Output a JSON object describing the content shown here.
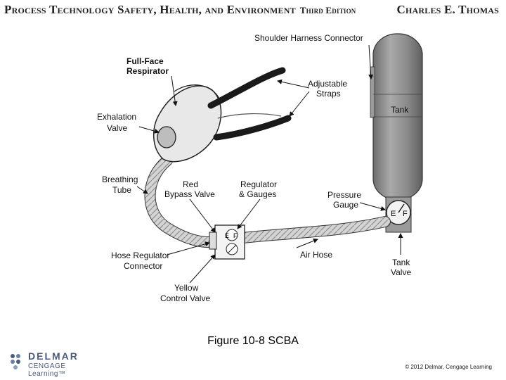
{
  "header": {
    "title": "Process Technology Safety, Health, and Environment",
    "edition": "Third Edition",
    "author": "Charles E. Thomas"
  },
  "labels": {
    "shoulder_harness": "Shoulder Harness Connector",
    "full_face_1": "Full-Face",
    "full_face_2": "Respirator",
    "adjustable_1": "Adjustable",
    "adjustable_2": "Straps",
    "exhalation_1": "Exhalation",
    "exhalation_2": "Valve",
    "tank": "Tank",
    "breathing_1": "Breathing",
    "breathing_2": "Tube",
    "red_bypass_1": "Red",
    "red_bypass_2": "Bypass Valve",
    "regulator_1": "Regulator",
    "regulator_2": "& Gauges",
    "pressure_1": "Pressure",
    "pressure_2": "Gauge",
    "hose_reg_1": "Hose Regulator",
    "hose_reg_2": "Connector",
    "air_hose": "Air Hose",
    "tank_valve_1": "Tank",
    "tank_valve_2": "Valve",
    "yellow_1": "Yellow",
    "yellow_2": "Control Valve",
    "gauge_e": "E",
    "gauge_f": "F"
  },
  "caption": "Figure 10-8 SCBA",
  "footer": {
    "logo_name": "DELMAR",
    "logo_sub": "CENGAGE Learning",
    "logo_tm": "™",
    "copyright": "© 2012 Delmar, Cengage Learning"
  },
  "colors": {
    "tank": "#8a8a8a",
    "hose": "#c8c8c8",
    "strap": "#1a1a1a",
    "logo": "#4a5a78"
  }
}
